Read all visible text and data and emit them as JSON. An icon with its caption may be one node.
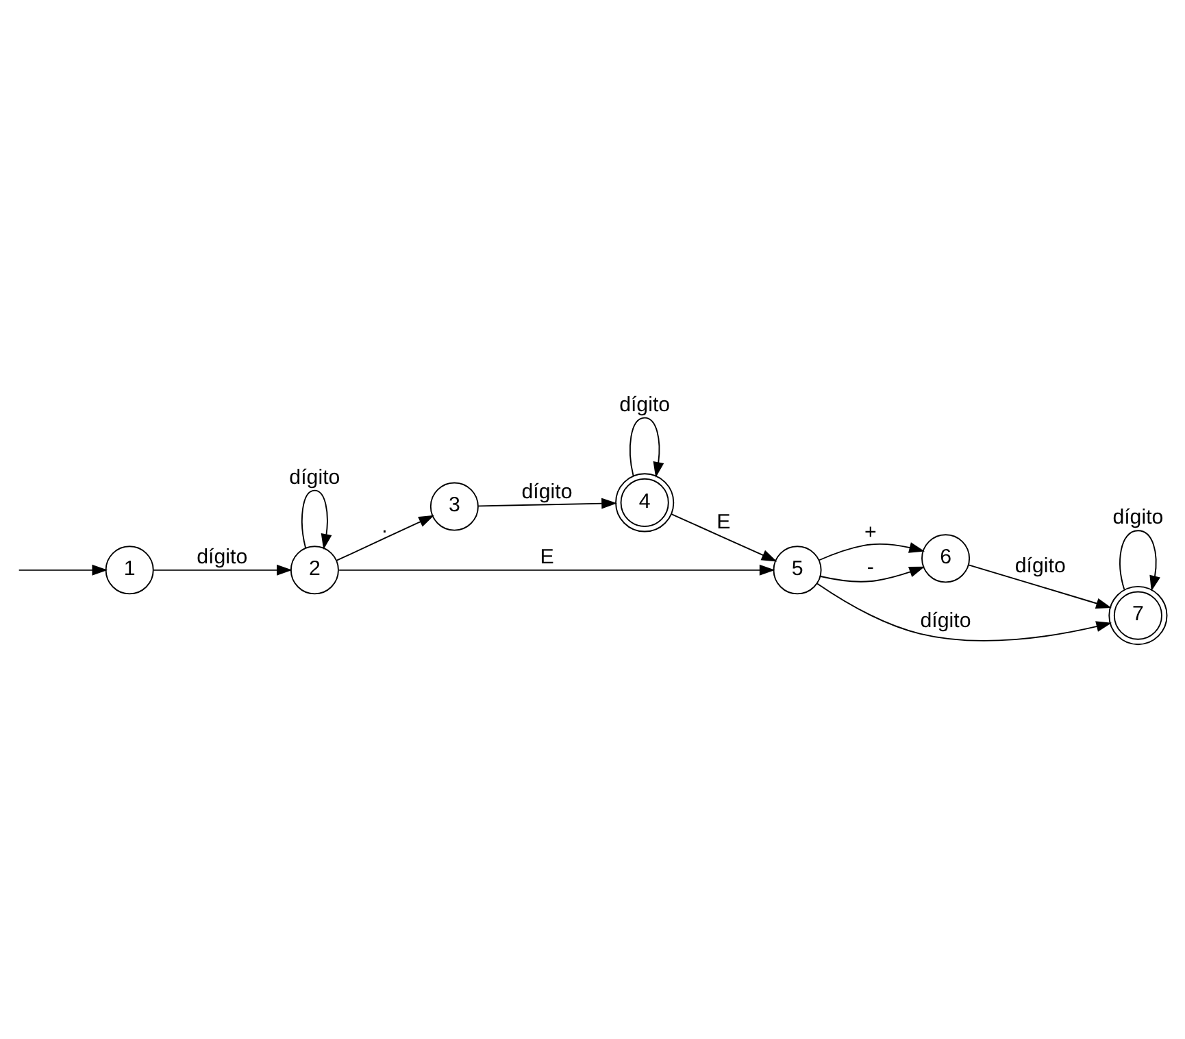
{
  "diagram": {
    "nodes": [
      {
        "text": [
          "1"
        ]
      },
      {
        "text": [
          "2"
        ]
      },
      {
        "text": [
          "3"
        ]
      },
      {
        "text": [
          "4"
        ]
      },
      {
        "text": [
          "5"
        ]
      },
      {
        "text": [
          "6"
        ]
      },
      {
        "text": [
          "7"
        ]
      }
    ],
    "edges": [
      {
        "from": null,
        "to": 0,
        "arrow": "to"
      },
      {
        "from": 0,
        "to": 1,
        "arrow": "to",
        "label": "dígito"
      },
      {
        "from": 1,
        "to": 1,
        "arrow": "to",
        "label": "dígito"
      },
      {
        "from": 1,
        "to": 2,
        "arrow": "to",
        "label": "."
      },
      {
        "from": 1,
        "to": 4,
        "arrow": "to",
        "label": "E"
      },
      {
        "from": 2,
        "to": 3,
        "arrow": "to",
        "label": "dígito"
      },
      {
        "from": 3,
        "to": 3,
        "arrow": "to",
        "label": "dígito"
      },
      {
        "from": 3,
        "to": 4,
        "arrow": "to",
        "label": "E"
      },
      {
        "from": 4,
        "to": 5,
        "arrow": "to",
        "label": "+"
      },
      {
        "from": 4,
        "to": 5,
        "arrow": "to",
        "label": "-"
      },
      {
        "from": 4,
        "to": 6,
        "arrow": "to",
        "label": "dígito"
      },
      {
        "from": 5,
        "to": 6,
        "arrow": "to",
        "label": "dígito"
      },
      {
        "from": 6,
        "to": 6,
        "arrow": "to",
        "label": "dígito"
      }
    ]
  }
}
